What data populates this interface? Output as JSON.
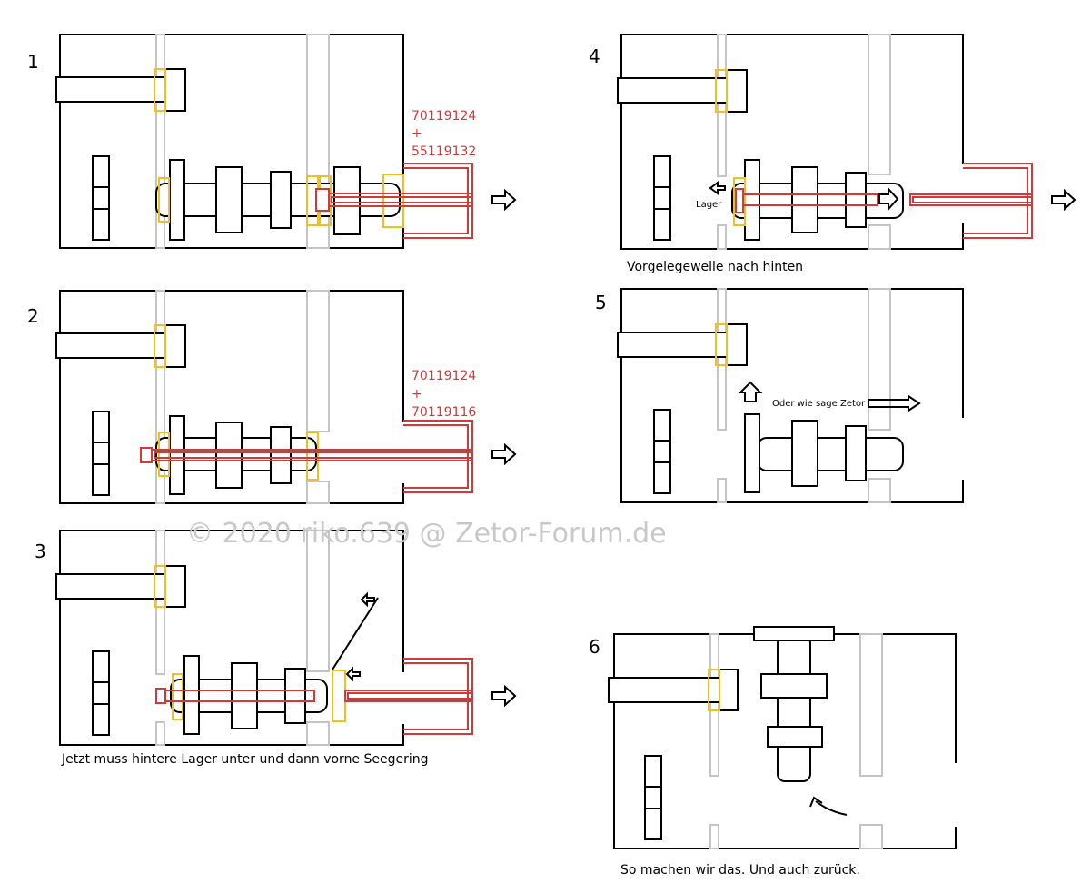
{
  "watermark": "© 2020 riko.639 @ Zetor-Forum.de",
  "panels": {
    "p1": {
      "number": "1",
      "part_a": "70119124",
      "plus": "+",
      "part_b": "55119132"
    },
    "p2": {
      "number": "2",
      "part_a": "70119124",
      "plus": "+",
      "part_b": "70119116"
    },
    "p3": {
      "number": "3",
      "caption": "Jetzt muss hintere Lager unter und dann vorne Seegering"
    },
    "p4": {
      "number": "4",
      "label": "Lager",
      "caption": "Vorgelegewelle nach hinten"
    },
    "p5": {
      "number": "5",
      "label": "Oder wie sage Zetor"
    },
    "p6": {
      "number": "6",
      "caption": "So machen wir das. Und auch zurück."
    }
  },
  "colors": {
    "outline": "#000000",
    "tool": "#d23a3a",
    "bearing": "#f0c020",
    "wall": "#c4c4c4"
  }
}
